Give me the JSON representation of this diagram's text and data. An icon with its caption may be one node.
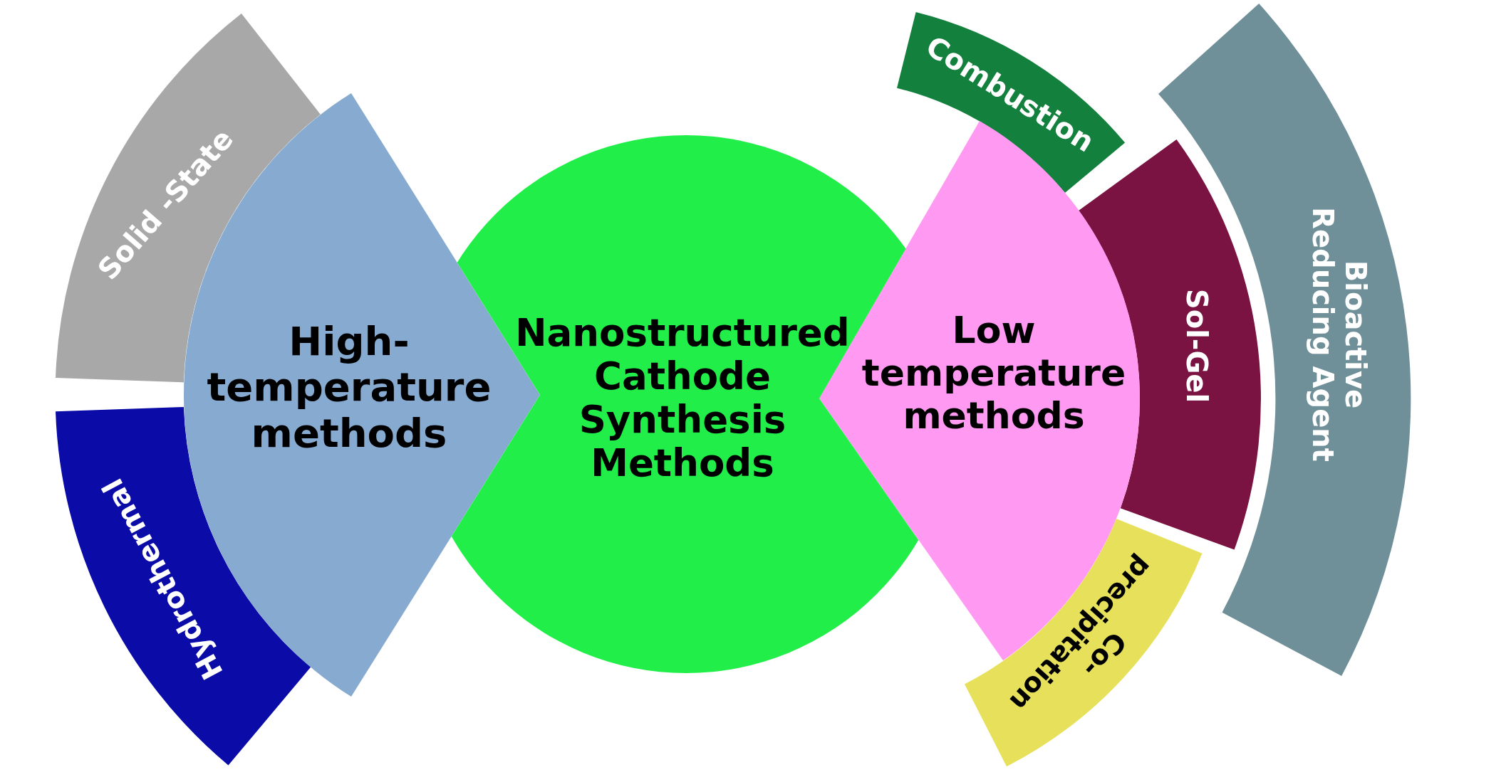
{
  "diagram": {
    "nodes": [
      {
        "text": [
          "Solid -State"
        ]
      },
      {
        "text": [
          "Hydrothermal"
        ]
      },
      {
        "text": [
          "High- temperature methods"
        ]
      },
      {
        "text": [
          "Nanostructured Cathode Synthesis Methods"
        ]
      },
      {
        "text": [
          "Low temperature methods"
        ]
      },
      {
        "text": [
          "Combustion"
        ]
      },
      {
        "text": [
          "Sol-Gel"
        ]
      },
      {
        "text": [
          "Bioactive Reducing Agent"
        ]
      },
      {
        "text": [
          "Co- precipitation"
        ]
      }
    ]
  }
}
